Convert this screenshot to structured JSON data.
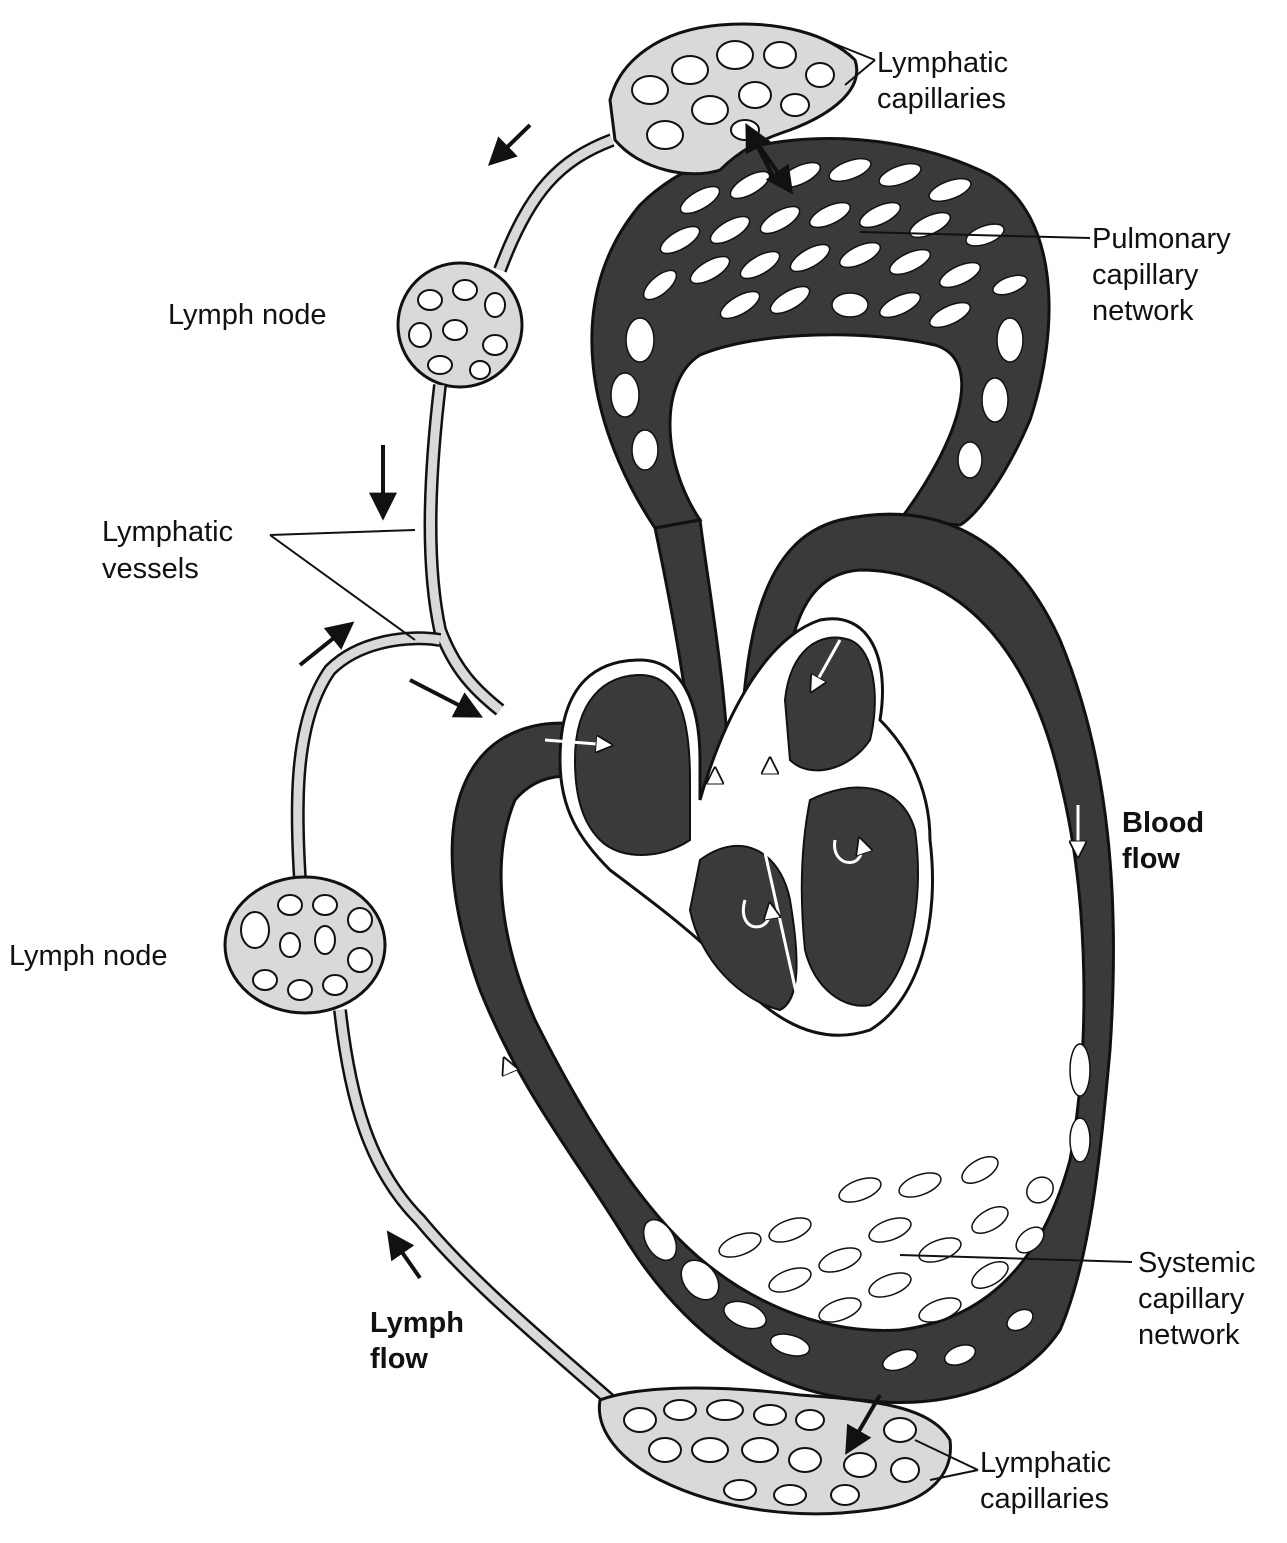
{
  "labels": {
    "lymphatic_capillaries_top": [
      "Lymphatic",
      "capillaries"
    ],
    "pulmonary_network": [
      "Pulmonary",
      "capillary",
      "network"
    ],
    "lymph_node_upper": "Lymph node",
    "lymphatic_vessels": [
      "Lymphatic",
      "vessels"
    ],
    "blood_flow": [
      "Blood",
      "flow"
    ],
    "lymph_node_lower": "Lymph node",
    "systemic_network": [
      "Systemic",
      "capillary",
      "network"
    ],
    "lymph_flow": [
      "Lymph",
      "flow"
    ],
    "lymphatic_capillaries_bottom": [
      "Lymphatic",
      "capillaries"
    ]
  },
  "colors": {
    "blood": "#3a3a3a",
    "lymph": "#d9d9d9",
    "outline": "#111111",
    "background": "#ffffff"
  }
}
